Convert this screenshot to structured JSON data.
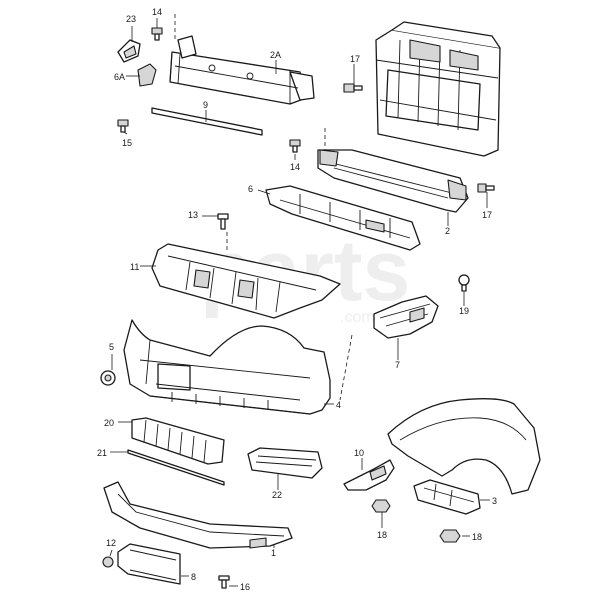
{
  "watermark": {
    "main": "parts",
    "sub": ".com"
  },
  "callouts": {
    "c23": "23",
    "c14a": "14",
    "c2a": "2A",
    "c17a": "17",
    "c6a": "6A",
    "c9": "9",
    "c15": "15",
    "c14b": "14",
    "c6": "6",
    "c17b": "17",
    "c13": "13",
    "c2": "2",
    "c11": "11",
    "c19": "19",
    "c5": "5",
    "c7": "7",
    "c4": "4",
    "c20": "20",
    "c21": "21",
    "c10": "10",
    "c3": "3",
    "c22": "22",
    "c18a": "18",
    "c18b": "18",
    "c1": "1",
    "c12": "12",
    "c8": "8",
    "c16": "16"
  }
}
